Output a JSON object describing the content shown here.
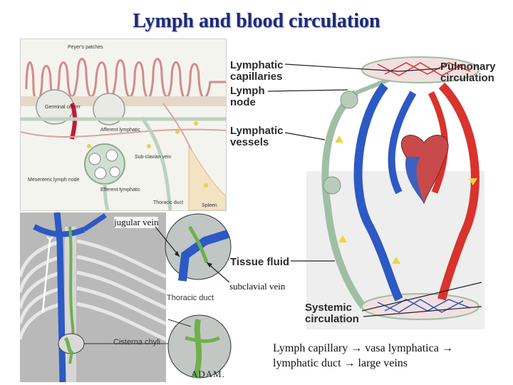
{
  "title": "Lymph and blood circulation",
  "gut_panel": {
    "labels": {
      "peyers_patches": "Peyer's patches",
      "germinal_center": "Germinal center",
      "afferent_lymphatic": "Afferent lymphatic",
      "subclavian_vein": "Sub-clavian vein",
      "mesenteric_lymph_node": "Mesenteric lymph node",
      "efferent_lymphatic": "Efferent lymphatic",
      "thoracic_duct": "Thoracic duct",
      "spleen": "Spleen"
    }
  },
  "thorax_panel": {
    "jugular_vein": "jugular vein",
    "subclavial_vein": "subclavial vein",
    "thoracic_duct": "Thoracic duct",
    "cisterna_chyli": "Cisterna chyli",
    "logo": "ADAM."
  },
  "circulation": {
    "lymphatic_capillaries": "Lymphatic capillaries",
    "lymph_node": "Lymph node",
    "lymphatic_vessels": "Lymphatic vessels",
    "pulmonary_circulation": "Pulmonary circulation",
    "tissue_fluid": "Tissue fluid",
    "systemic_circulation": "Systemic circulation"
  },
  "caption": "Lymph capillary → vasa lymphatica → lymphatic duct → large veins",
  "colors": {
    "title": "#1f2a7a",
    "vein_blue": "#2c59c4",
    "artery_red": "#d8332d",
    "lymph_green": "#9fbfa3",
    "fluid_yellow": "#f1d43a"
  }
}
